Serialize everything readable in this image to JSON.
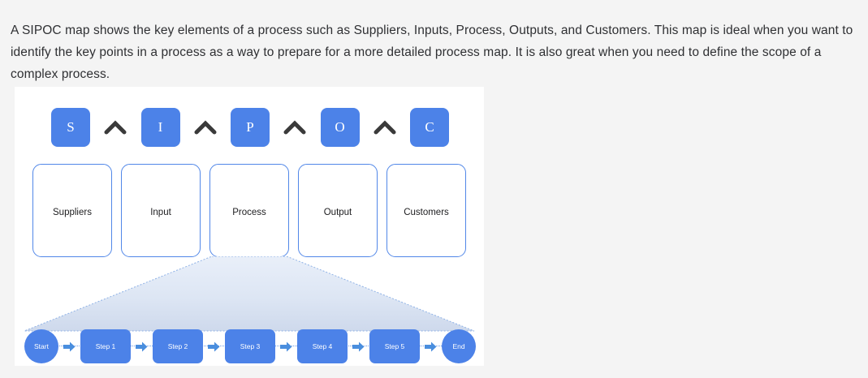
{
  "intro": {
    "paragraph": "A SIPOC map shows the key elements of a process such as Suppliers, Inputs, Process, Outputs, and Customers. This map is ideal when you want to identify the key points in a process as a way to prepare for a more detailed process map. It is also great when you need to define the scope of a complex process."
  },
  "colors": {
    "page_background": "#f4f4f4",
    "panel_background": "#ffffff",
    "accent_blue": "#4c82e8",
    "card_border_blue": "#5187e8",
    "arrow_blue": "#4a8ede",
    "funnel_fill": "#dbe5f5",
    "chevron_dark": "#3a3a3a",
    "text_dark": "#2f3033"
  },
  "diagram": {
    "letters": [
      {
        "label": "S",
        "name": "letter-tile-s"
      },
      {
        "label": "I",
        "name": "letter-tile-i"
      },
      {
        "label": "P",
        "name": "letter-tile-p"
      },
      {
        "label": "O",
        "name": "letter-tile-o"
      },
      {
        "label": "C",
        "name": "letter-tile-c"
      }
    ],
    "separators": [
      {
        "icon": "chevron-up-icon"
      },
      {
        "icon": "chevron-up-icon"
      },
      {
        "icon": "chevron-up-icon"
      },
      {
        "icon": "chevron-up-icon"
      }
    ],
    "cards": [
      {
        "label": "Suppliers"
      },
      {
        "label": "Input"
      },
      {
        "label": "Process"
      },
      {
        "label": "Output"
      },
      {
        "label": "Customers"
      }
    ],
    "funnel": {
      "source_card": "Process",
      "icon": "zoom-funnel-shape"
    },
    "flow": {
      "start_label": "Start",
      "end_label": "End",
      "steps": [
        {
          "label": "Step 1"
        },
        {
          "label": "Step 2"
        },
        {
          "label": "Step 3"
        },
        {
          "label": "Step 4"
        },
        {
          "label": "Step 5"
        }
      ],
      "arrow_icon": "arrow-right-icon",
      "arrow_count": 6
    }
  }
}
